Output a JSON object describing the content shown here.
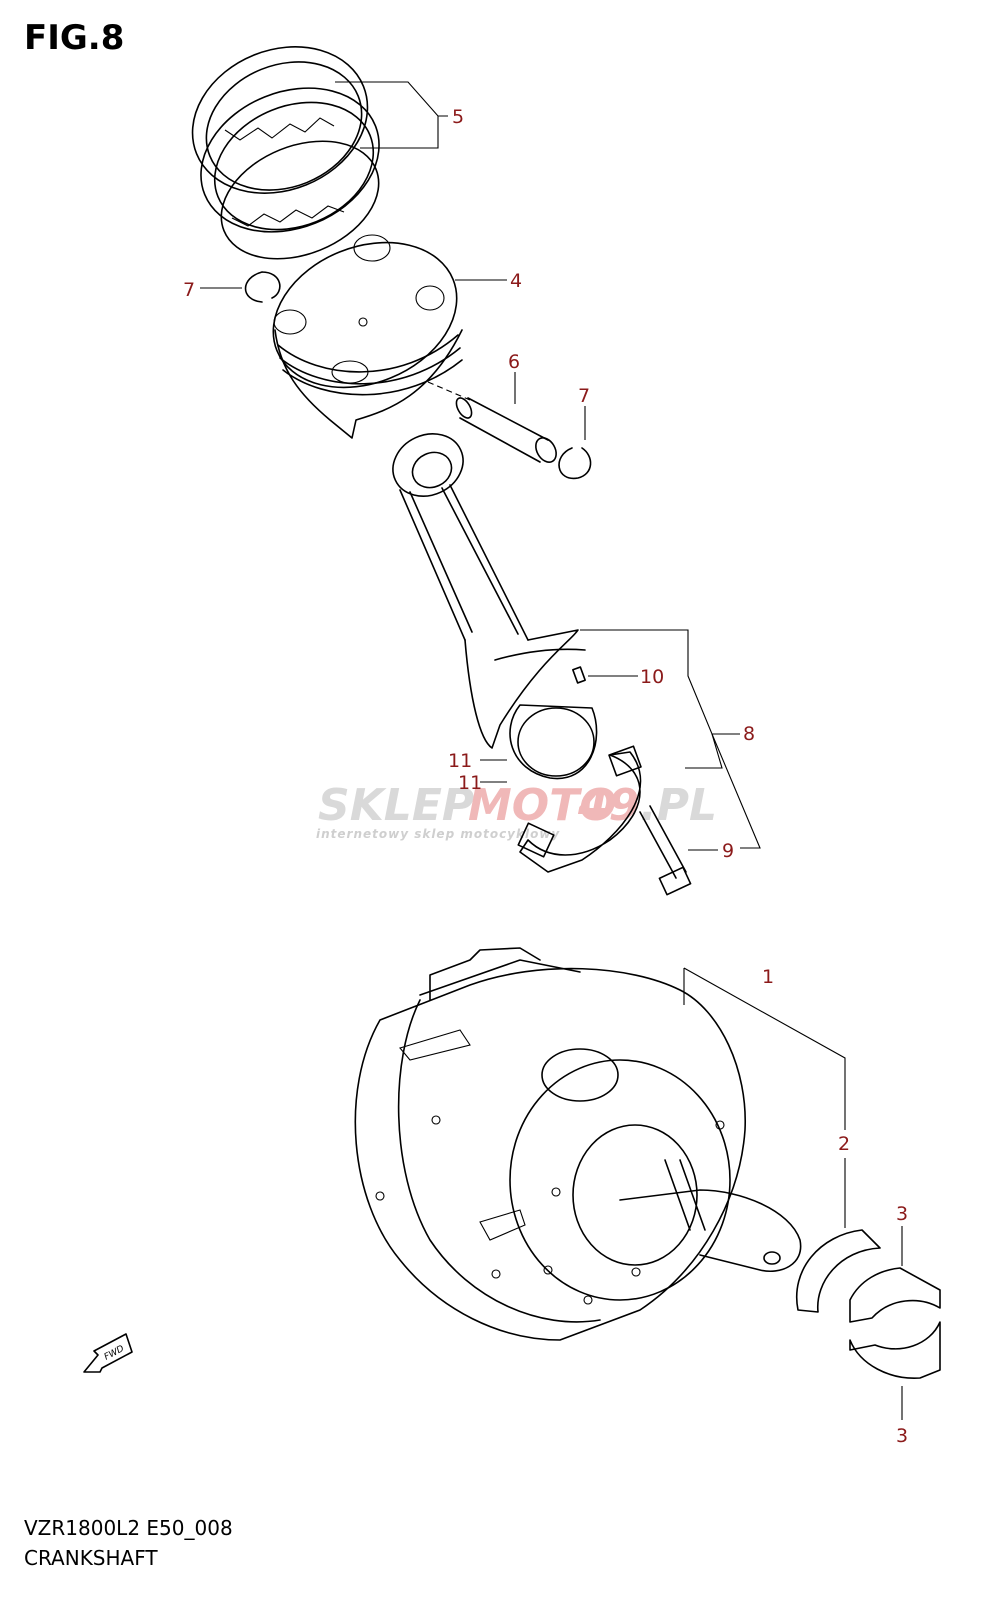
{
  "figure": {
    "title": "FIG.8",
    "code": "VZR1800L2 E50_008",
    "name": "CRANKSHAFT"
  },
  "watermark": {
    "part1": "SKLEP",
    "part2": "MOTO",
    "part3": "49",
    "part4": ".PL",
    "tagline": "internetowy sklep motocyklowy"
  },
  "fwd_label": "FWD",
  "callout_color": "#8b1a1a",
  "callouts": {
    "c5": "5",
    "c7a": "7",
    "c4": "4",
    "c6": "6",
    "c7b": "7",
    "c10": "10",
    "c8": "8",
    "c11a": "11",
    "c11b": "11",
    "c9": "9",
    "c1": "1",
    "c2": "2",
    "c3a": "3",
    "c3b": "3"
  }
}
